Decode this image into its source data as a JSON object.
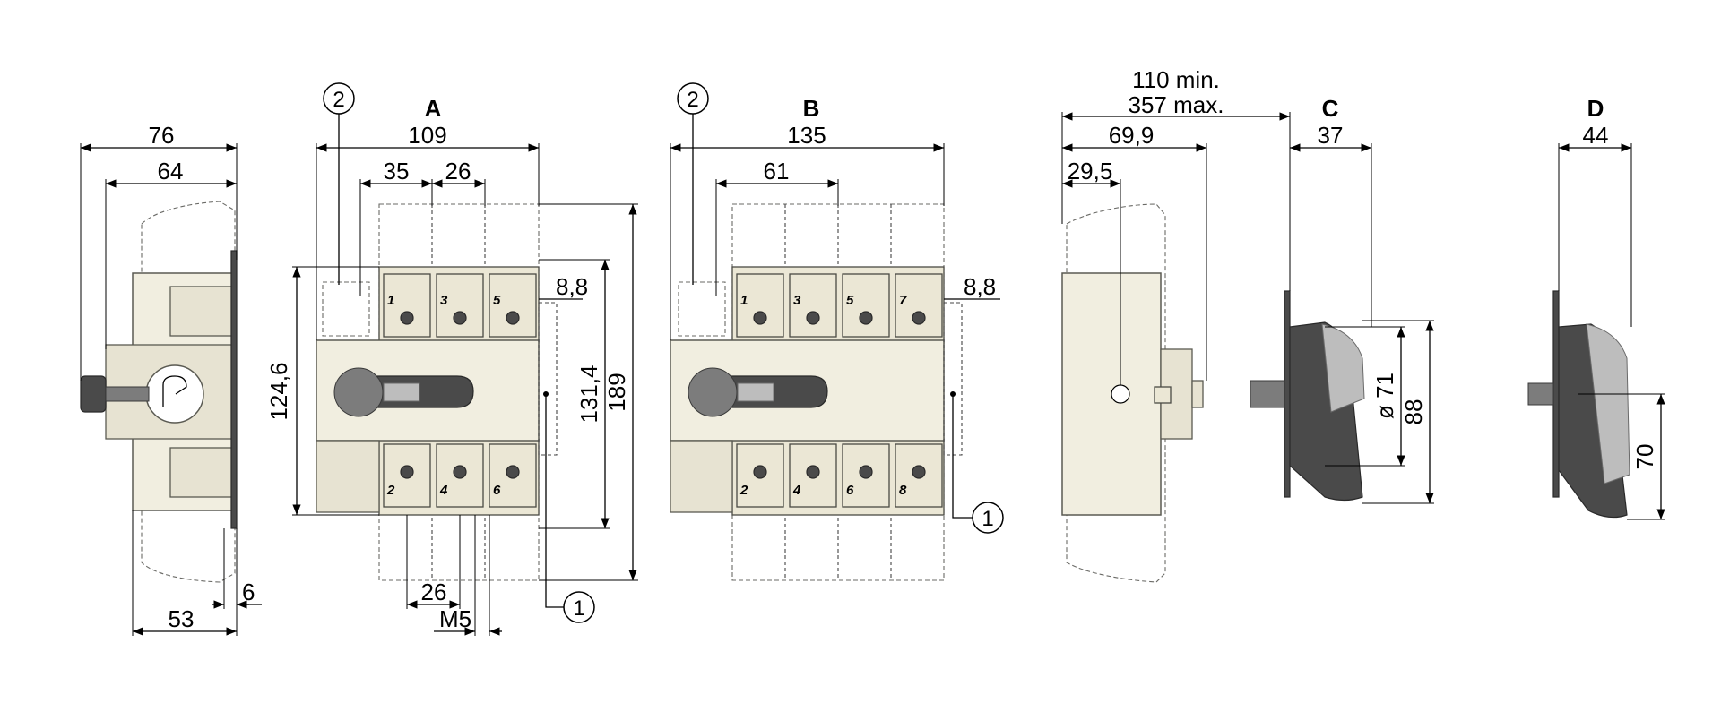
{
  "views": {
    "a": {
      "label": "A"
    },
    "b": {
      "label": "B"
    },
    "c": {
      "label": "C"
    },
    "d": {
      "label": "D"
    }
  },
  "callouts": {
    "one": "1",
    "two": "2"
  },
  "terminal_numbers": {
    "a_top": [
      "1",
      "3",
      "5"
    ],
    "a_bottom": [
      "2",
      "4",
      "6"
    ],
    "b_top": [
      "1",
      "3",
      "5",
      "7"
    ],
    "b_bottom": [
      "2",
      "4",
      "6",
      "8"
    ]
  },
  "dimensions": {
    "side_overall_depth": "76",
    "side_depth": "64",
    "side_base": "53",
    "side_plate": "6",
    "a_width": "109",
    "a_pitch_35": "35",
    "a_pitch_26": "26",
    "a_bottom_pitch": "26",
    "a_screw": "M5",
    "a_height_1246": "124,6",
    "a_height_1314": "131,4",
    "a_height_189": "189",
    "a_offset": "8,8",
    "b_width": "135",
    "b_pitch_61": "61",
    "b_offset": "8,8",
    "c_min": "110 min.",
    "c_max": "357 max.",
    "c_699": "69,9",
    "c_295": "29,5",
    "c_37": "37",
    "c_dia71": "ø 71",
    "c_88": "88",
    "d_44": "44",
    "d_70": "70"
  }
}
